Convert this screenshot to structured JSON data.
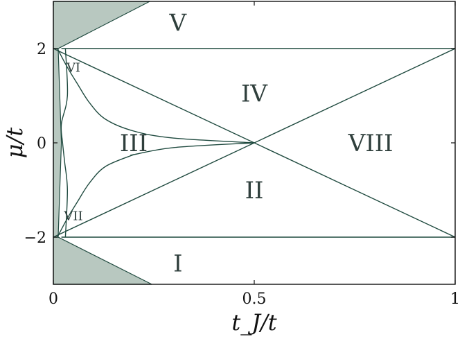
{
  "chart_data": {
    "type": "line",
    "title": "",
    "xlabel": "t_J/t",
    "ylabel": "μ/t",
    "xlim": [
      0,
      1
    ],
    "ylim": [
      -3,
      3
    ],
    "grid": false,
    "x_ticks": [
      {
        "value": 0,
        "label": "0"
      },
      {
        "value": 0.5,
        "label": "0.5"
      },
      {
        "value": 1,
        "label": "1"
      }
    ],
    "y_ticks": [
      {
        "value": -2,
        "label": "−2"
      },
      {
        "value": 0,
        "label": "0"
      },
      {
        "value": 2,
        "label": "2"
      }
    ],
    "colors": {
      "line": "#1f4a3f",
      "shade": "#b8c8c0",
      "region_text": "#2f3f3c"
    },
    "series": [
      {
        "values": [
          [
            0,
            2
          ],
          [
            1,
            -2
          ]
        ]
      },
      {
        "values": [
          [
            0,
            -2
          ],
          [
            1,
            2
          ]
        ]
      },
      {
        "values": [
          [
            0.02,
            2
          ],
          [
            1,
            2
          ]
        ]
      },
      {
        "values": [
          [
            0.02,
            -2
          ],
          [
            1,
            -2
          ]
        ]
      },
      {
        "values": [
          [
            0.01,
            2
          ],
          [
            0.035,
            1.6
          ],
          [
            0.06,
            1.25
          ],
          [
            0.09,
            0.85
          ],
          [
            0.13,
            0.5
          ],
          [
            0.2,
            0.25
          ],
          [
            0.3,
            0.1
          ],
          [
            0.5,
            0.0
          ]
        ]
      },
      {
        "values": [
          [
            0.03,
            2
          ],
          [
            0.035,
            1.0
          ],
          [
            0.02,
            0.4
          ],
          [
            0.023,
            0
          ],
          [
            0.028,
            -0.4
          ],
          [
            0.035,
            -1.0
          ],
          [
            0.03,
            -2
          ]
        ]
      },
      {
        "values": [
          [
            0.01,
            -2
          ],
          [
            0.035,
            -1.6
          ],
          [
            0.06,
            -1.25
          ],
          [
            0.09,
            -0.85
          ],
          [
            0.13,
            -0.5
          ],
          [
            0.2,
            -0.25
          ]
        ]
      }
    ],
    "shaded_regions": [
      {
        "polygon": [
          [
            0,
            3
          ],
          [
            0.24,
            3
          ],
          [
            0.012,
            2
          ],
          [
            0,
            2
          ]
        ]
      },
      {
        "polygon": [
          [
            0,
            -3
          ],
          [
            0.245,
            -3
          ],
          [
            0.012,
            -2
          ],
          [
            0,
            -2
          ]
        ]
      },
      {
        "polygon": [
          [
            0,
            2
          ],
          [
            0.012,
            2
          ],
          [
            0.02,
            0
          ],
          [
            0.012,
            -2
          ],
          [
            0,
            -2
          ]
        ]
      }
    ],
    "region_labels": [
      {
        "text": "I",
        "x": 0.31,
        "y": -2.55,
        "size": "large"
      },
      {
        "text": "II",
        "x": 0.5,
        "y": -1.0,
        "size": "large"
      },
      {
        "text": "III",
        "x": 0.2,
        "y": 0.0,
        "size": "large"
      },
      {
        "text": "IV",
        "x": 0.5,
        "y": 1.05,
        "size": "large"
      },
      {
        "text": "V",
        "x": 0.31,
        "y": 2.55,
        "size": "large"
      },
      {
        "text": "VI",
        "x": 0.05,
        "y": 1.6,
        "size": "small"
      },
      {
        "text": "VII",
        "x": 0.05,
        "y": -1.55,
        "size": "small"
      },
      {
        "text": "VIII",
        "x": 0.79,
        "y": 0.0,
        "size": "large"
      }
    ]
  }
}
